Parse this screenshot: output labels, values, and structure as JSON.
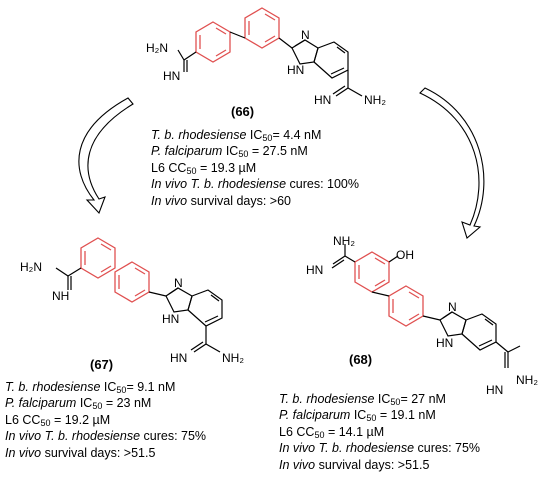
{
  "accent_color": "#e05050",
  "compounds": [
    {
      "id": "(66)",
      "lines": [
        {
          "org": "T. b. rhodesiense",
          "metric": "IC",
          "sub": "50",
          "value": "= 4.4 nM"
        },
        {
          "org": "P. falciparum",
          "metric": " IC",
          "sub": "50",
          "value": " = 27.5 nM"
        },
        {
          "org": "",
          "metric": "L6 CC",
          "sub": "50",
          "value": "= 19.3 µM"
        },
        {
          "org": "In vivo T. b. rhodesiense",
          "metric": " cures: 100%",
          "sub": "",
          "value": ""
        },
        {
          "org": "In vivo",
          "metric": " survival days: >60",
          "sub": "",
          "value": ""
        }
      ]
    },
    {
      "id": "(67)",
      "lines": [
        {
          "org": "T. b. rhodesiense",
          "metric": " IC",
          "sub": "50",
          "value": "= 9.1 nM"
        },
        {
          "org": "P. falciparum",
          "metric": " IC",
          "sub": "50",
          "value": " = 23 nM"
        },
        {
          "org": "",
          "metric": "L6 CC",
          "sub": "50",
          "value": "= 19.2 µM"
        },
        {
          "org": "In vivo T. b. rhodesiense",
          "metric": " cures: 75%",
          "sub": "",
          "value": ""
        },
        {
          "org": "In vivo",
          "metric": " survival days: >51.5",
          "sub": "",
          "value": ""
        }
      ]
    },
    {
      "id": "(68)",
      "lines": [
        {
          "org": "T. b. rhodesiense",
          "metric": " IC",
          "sub": "50",
          "value": "= 27 nM"
        },
        {
          "org": "P. falciparum",
          "metric": " IC",
          "sub": "50",
          "value": " = 19.1 nM"
        },
        {
          "org": "",
          "metric": "L6 CC",
          "sub": "50",
          "value": "= 14.1 µM"
        },
        {
          "org": "In vivo T. b. rhodesiense",
          "metric": " cures: 75%",
          "sub": "",
          "value": ""
        },
        {
          "org": "In vivo",
          "metric": " survival days: >51.5",
          "sub": "",
          "value": ""
        }
      ]
    }
  ],
  "atoms": {
    "h2n": "H₂N",
    "nh2": "NH₂",
    "hn": "HN",
    "nh": "NH",
    "n": "N",
    "hn_ring": "HN",
    "oh": "OH",
    "h2n_top": "NH₂"
  }
}
